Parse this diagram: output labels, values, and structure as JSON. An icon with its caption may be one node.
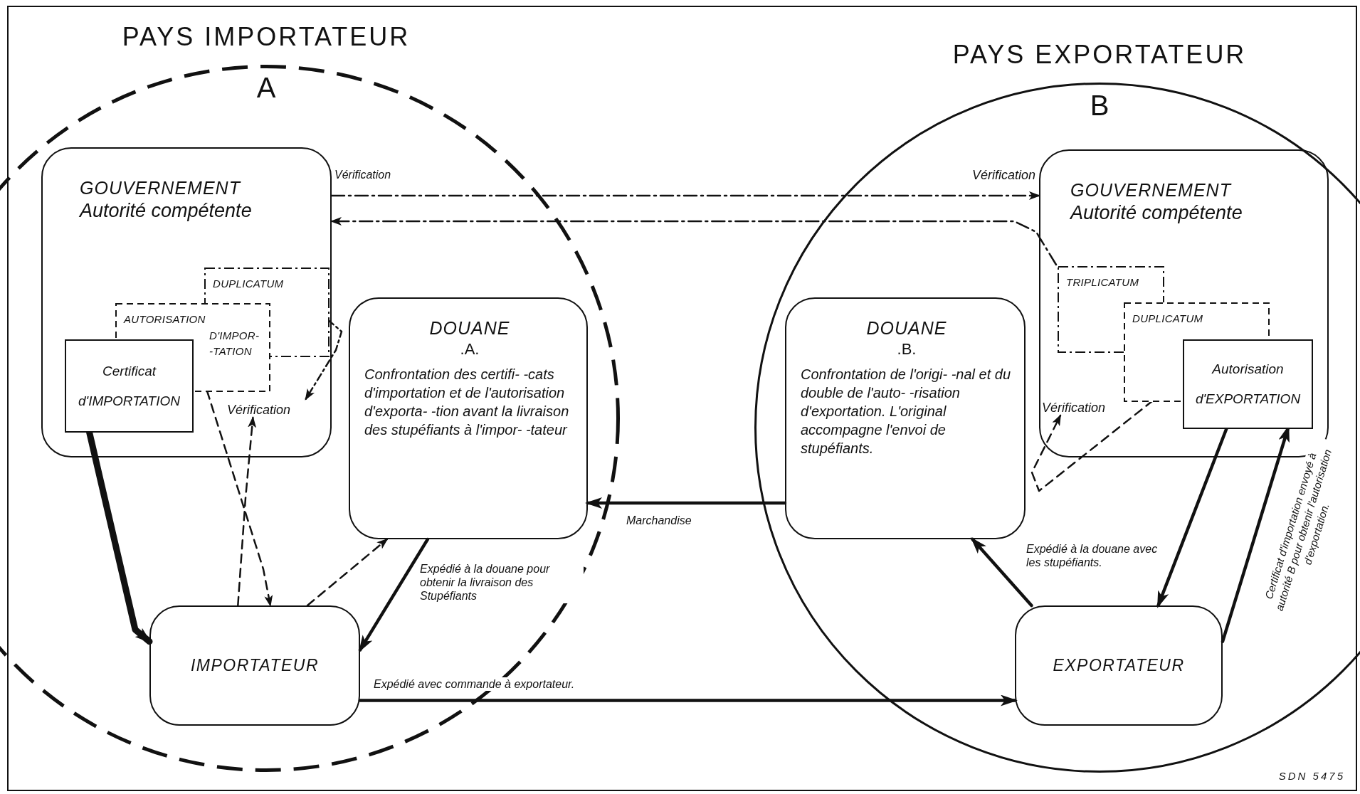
{
  "diagram": {
    "nodes": [
      {
        "text": [
          "PAYS IMPORTATEUR",
          "A"
        ]
      },
      {
        "text": [
          "PAYS EXPORTATEUR",
          "B"
        ]
      },
      {
        "text": [
          "GOUVERNEMENT",
          "Autorité compétente"
        ],
        "in": 0
      },
      {
        "text": [
          "DUPLICATUM"
        ],
        "in": 2
      },
      {
        "text": [
          "AUTORISATION D'IMPOR- -TATION"
        ],
        "in": 2
      },
      {
        "text": [
          "Certificat d'IMPORTATION"
        ],
        "in": 2
      },
      {
        "text": [
          "DOUANE",
          ".A.",
          "Confrontation des certifi- -cats d'importation et de l'autorisation d'exporta- -tion avant la livraison des stupéfiants à l'impor- -tateur"
        ],
        "in": 0
      },
      {
        "text": [
          "IMPORTATEUR"
        ],
        "in": 0
      },
      {
        "text": [
          "GOUVERNEMENT",
          "Autorité compétente"
        ],
        "in": 1
      },
      {
        "text": [
          "TRIPLICATUM"
        ],
        "in": 8
      },
      {
        "text": [
          "DUPLICATUM"
        ],
        "in": 8
      },
      {
        "text": [
          "Autorisation d'EXPORTATION"
        ],
        "in": 8
      },
      {
        "text": [
          "DOUANE",
          ".B.",
          "Confrontation de l'origi- -nal et du double de l'auto- -risation d'exportation. L'original accompagne l'envoi de stupéfiants."
        ],
        "in": 1
      },
      {
        "text": [
          "EXPORTATEUR"
        ],
        "in": 1
      },
      {
        "text": [
          "Vérification"
        ],
        "in": 2
      },
      {
        "text": [
          "Vérification"
        ],
        "in": 8
      }
    ],
    "edges": [
      {
        "from": 9,
        "to": 2,
        "arrow": "to",
        "style": "dashed"
      },
      {
        "from": 2,
        "to": 8,
        "arrow": "to",
        "style": "dashed",
        "label": "Vérification"
      },
      {
        "from": 3,
        "to": 14,
        "arrow": "to",
        "style": "dashed"
      },
      {
        "from": 4,
        "to": 7,
        "arrow": "to",
        "style": "dashed"
      },
      {
        "from": 7,
        "to": 6,
        "arrow": "to",
        "style": "dashed"
      },
      {
        "from": 7,
        "to": 14,
        "arrow": "to",
        "style": "dashed"
      },
      {
        "from": 5,
        "to": 7,
        "arrow": "to",
        "style": "thick"
      },
      {
        "from": 7,
        "to": 13,
        "arrow": "to",
        "label": "Expédié avec commande à exportateur."
      },
      {
        "from": 13,
        "to": 11,
        "arrow": "to",
        "label": "Certificat d'importation envoyé à autorité B pour obtenir l'autorisation d'exportation."
      },
      {
        "from": 11,
        "to": 13,
        "arrow": "to"
      },
      {
        "from": 13,
        "to": 12,
        "arrow": "to",
        "label": "Expédié à la douane avec les stupéfiants."
      },
      {
        "from": 12,
        "to": 6,
        "arrow": "to",
        "label": "Marchandise"
      },
      {
        "from": 6,
        "to": 7,
        "arrow": "to",
        "label": "Expédié à la douane pour obtenir la livraison des Stupéfiants"
      },
      {
        "from": 10,
        "to": 15,
        "arrow": "to",
        "style": "dashed"
      }
    ],
    "labels": [
      "Vérification",
      "SDN 5475"
    ]
  }
}
